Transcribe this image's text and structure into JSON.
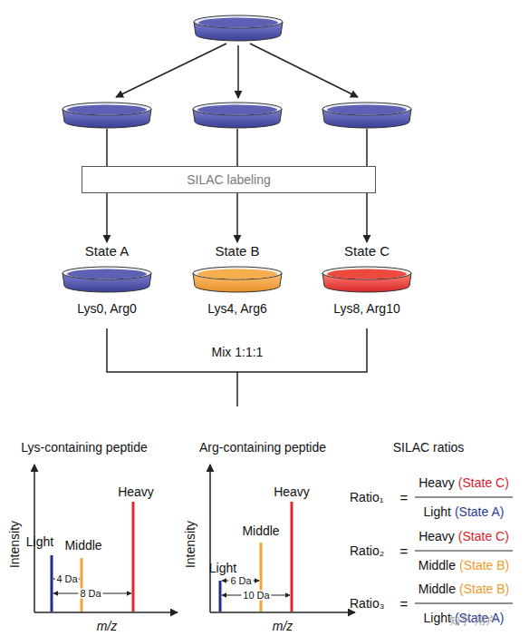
{
  "diagram": {
    "nodes": [
      {
        "text": [
          "SILAC labeling"
        ]
      },
      {
        "text": [
          "State A",
          "Lys0, Arg0"
        ]
      },
      {
        "text": [
          "State B",
          "Lys4, Arg6"
        ]
      },
      {
        "text": [
          "State C",
          "Lys8, Arg10"
        ]
      }
    ],
    "edges": [
      {
        "from": 0,
        "to": 1,
        "arrow": "to"
      },
      {
        "from": 0,
        "to": 2,
        "arrow": "to"
      },
      {
        "from": 0,
        "to": 3,
        "arrow": "to"
      }
    ],
    "labels": [
      "Mix 1:1:1",
      "Lys-containing peptide",
      "Arg-containing peptide",
      "SILAC ratios",
      "Intensity",
      "m/z",
      "Light",
      "Middle",
      "Heavy",
      "4 Da",
      "8 Da",
      "Intensity",
      "m/z",
      "Light",
      "Middle",
      "Heavy",
      "6 Da",
      "10 Da",
      "Ratio₁",
      "=",
      "Heavy",
      "(State C)",
      "Light",
      "(State A)",
      "Ratio₂",
      "=",
      "Heavy",
      "(State C)",
      "Middle",
      "(State B)",
      "Ratio₃",
      "=",
      "Middle",
      "(State B)",
      "Light",
      "(State A)",
      "知乎 用户"
    ]
  }
}
